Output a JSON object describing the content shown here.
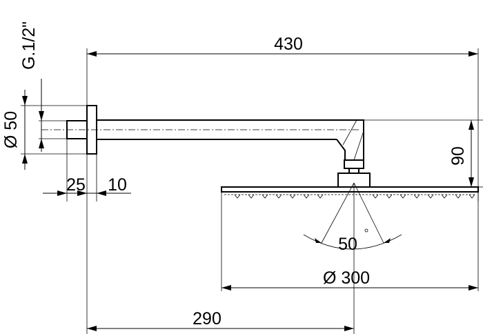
{
  "dimensions": {
    "overall_length": "430",
    "thread": "G.1/2\"",
    "flange_diameter": "Ø 50",
    "flange_depth": "25",
    "flange_thickness": "10",
    "drop_height": "90",
    "spray_angle": "50",
    "head_diameter": "Ø 300",
    "wall_to_center": "290"
  }
}
